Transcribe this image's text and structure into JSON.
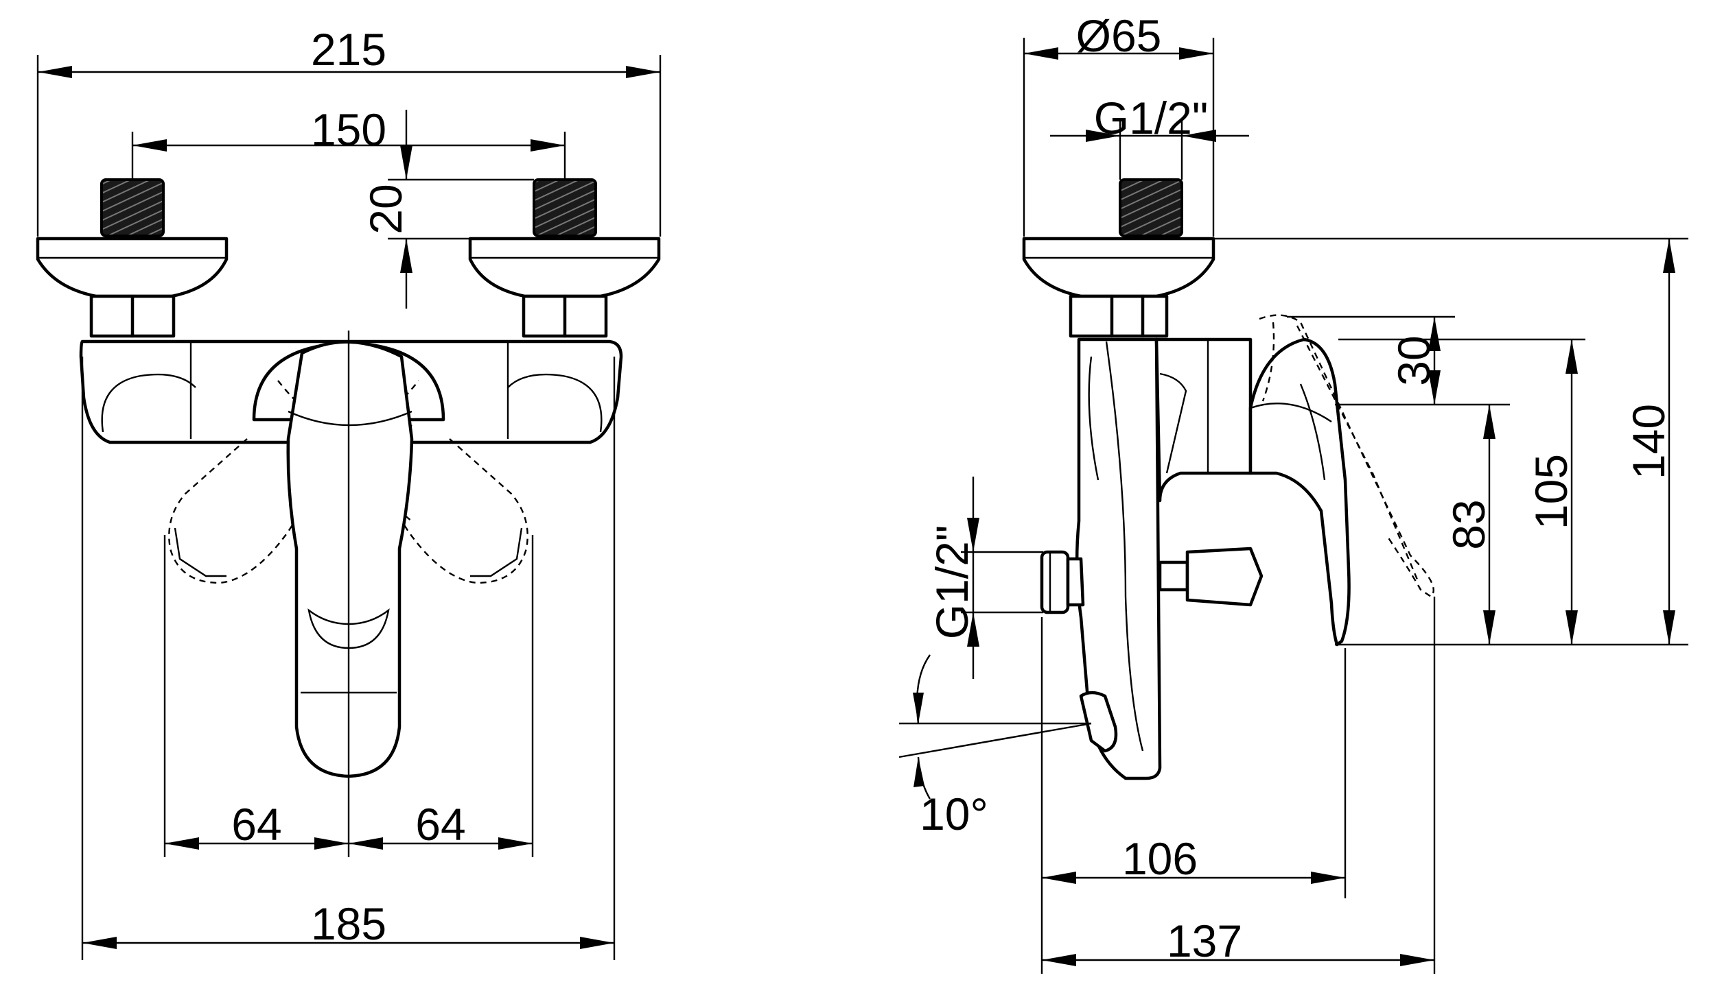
{
  "front_view": {
    "dims": {
      "overall_width": "215",
      "inlet_spacing": "150",
      "inlet_height": "20",
      "handle_left": "64",
      "handle_right": "64",
      "body_width": "185"
    }
  },
  "side_view": {
    "dims": {
      "escutcheon_diameter": "Ø65",
      "inlet_thread": "G1/2\"",
      "outlet_thread": "G1/2\"",
      "spout_angle": "10°",
      "handle_travel": "30",
      "height_83": "83",
      "height_105": "105",
      "height_140": "140",
      "depth_106": "106",
      "depth_137": "137"
    }
  }
}
